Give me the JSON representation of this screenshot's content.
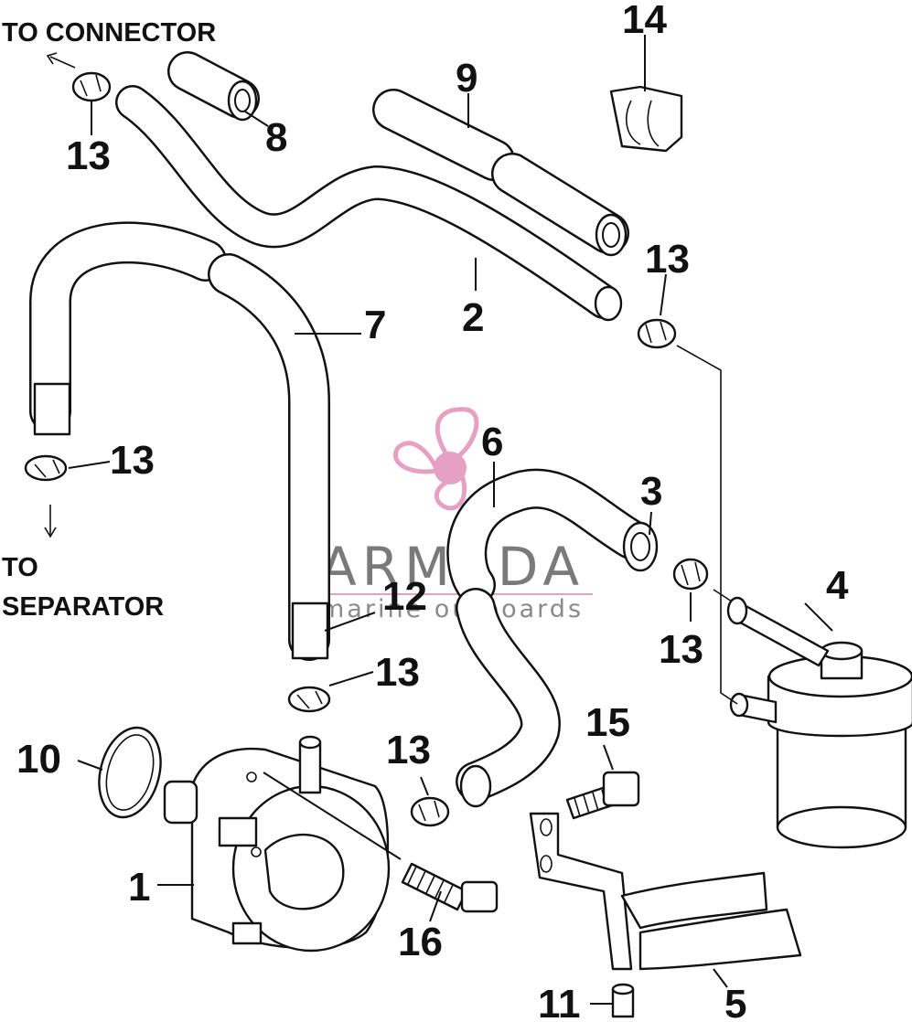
{
  "labels": {
    "to_connector": "TO CONNECTOR",
    "to_separator_1": "TO",
    "to_separator_2": "SEPARATOR"
  },
  "watermark": {
    "brand": "ARMADA",
    "tagline": "marine outboards",
    "color_logo": "#e6a0c4",
    "color_text": "#7a7a7a"
  },
  "parts": {
    "p1": "1",
    "p2": "2",
    "p3": "3",
    "p4": "4",
    "p5": "5",
    "p6": "6",
    "p7": "7",
    "p8": "8",
    "p9": "9",
    "p10": "10",
    "p11": "11",
    "p12": "12",
    "p13": "13",
    "p14": "14",
    "p15": "15",
    "p16": "16"
  }
}
